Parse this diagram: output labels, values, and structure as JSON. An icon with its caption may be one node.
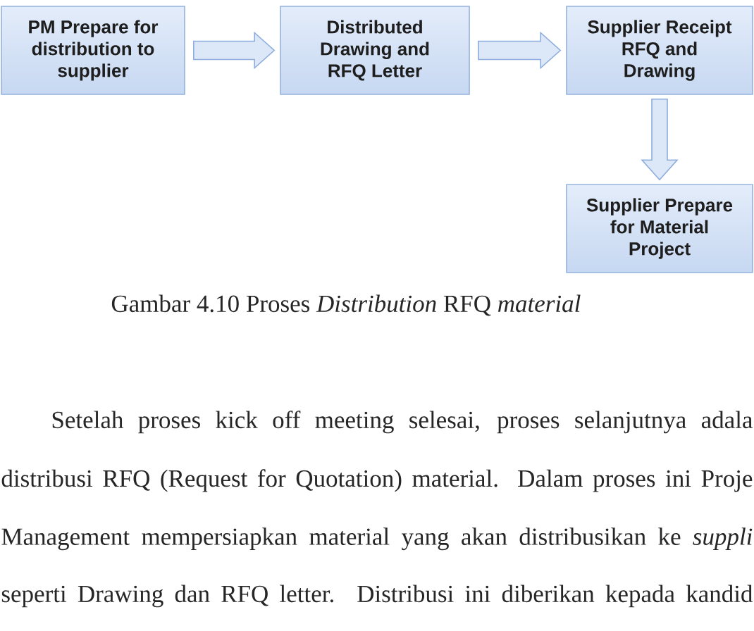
{
  "diagram": {
    "caption": "Gambar 4.10 Proses *Distribution* RFQ *material*",
    "nodes": [
      {
        "text": [
          "PM Prepare for distribution to supplier"
        ]
      },
      {
        "text": [
          "Distributed Drawing and RFQ Letter"
        ]
      },
      {
        "text": [
          "Supplier Receipt RFQ and Drawing"
        ]
      },
      {
        "text": [
          "Supplier Prepare for Material Project"
        ]
      }
    ],
    "edges": [
      {
        "from": 0,
        "to": 1,
        "arrow": "to"
      },
      {
        "from": 1,
        "to": 2,
        "arrow": "to"
      },
      {
        "from": 2,
        "to": 3,
        "arrow": "to"
      }
    ],
    "labels": [
      "Setelah proses kick off meeting selesai, proses selanjutnya adala",
      "distribusi RFQ (Request for Quotation) material. Dalam proses ini Proje",
      "Management mempersiapkan material yang akan distribusikan ke *suppli*",
      "seperti Drawing dan RFQ letter. Distribusi ini diberikan kepada kandid"
    ]
  }
}
